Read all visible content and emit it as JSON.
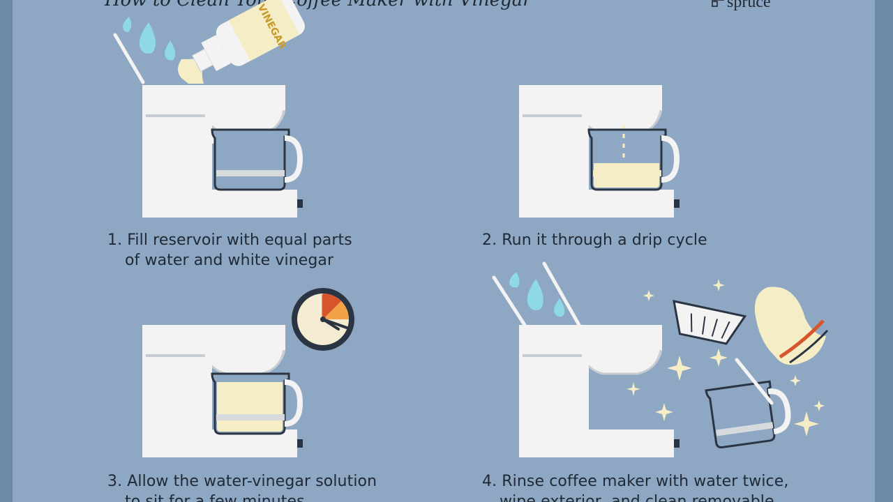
{
  "title_fragment": "How to Clean Your Coffee Maker with Vinegar",
  "brand": "spruce",
  "bottle_label": "VINEGAR",
  "steps": [
    {
      "line1": "1. Fill reservoir with equal parts",
      "line2": "of water and white vinegar"
    },
    {
      "line1": "2. Run it through a drip cycle",
      "line2": ""
    },
    {
      "line1": "3. Allow the water-vinegar solution",
      "line2": "to sit for a few minutes"
    },
    {
      "line1": "4. Rinse coffee maker with water twice,",
      "line2": "wipe exterior, and clean removable"
    }
  ],
  "colors": {
    "background": "#8ea7c2",
    "machine": "#f2f3f2",
    "outline": "#2b3442",
    "water": "#8fd8e6",
    "vinegar": "#f5edc6",
    "clock_wedge": "#f2a347",
    "clock_face": "#f4ecd2",
    "accent_red": "#d8542b"
  }
}
